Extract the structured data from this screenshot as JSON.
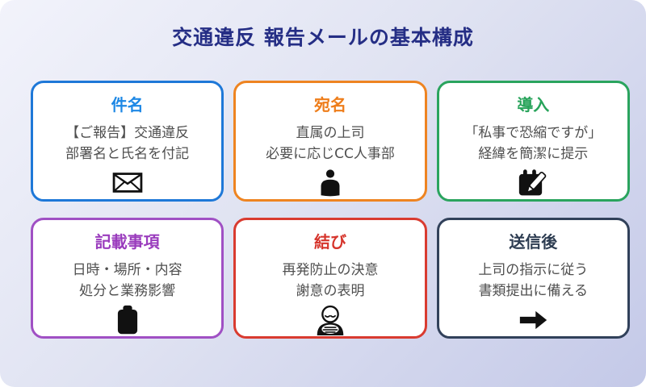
{
  "page": {
    "title": "交通違反 報告メールの基本構成",
    "title_color": "#252e85",
    "background_gradient": [
      "#f2f3fb",
      "#c4c9e8"
    ],
    "card_background": "#ffffff",
    "body_text_color": "#4f4f4f",
    "icon_color": "#111111"
  },
  "cards": [
    {
      "title": "件名",
      "title_color": "#1e88e5",
      "border_color": "#1e78d8",
      "lines": [
        "【ご報告】交通違反",
        "部署名と氏名を付記"
      ],
      "icon": "envelope-icon"
    },
    {
      "title": "宛名",
      "title_color": "#ee7d1a",
      "border_color": "#ee8421",
      "lines": [
        "直属の上司",
        "必要に応じCC人事部"
      ],
      "icon": "person-icon"
    },
    {
      "title": "導入",
      "title_color": "#27a35a",
      "border_color": "#2aa45e",
      "lines": [
        "「私事で恐縮ですが」",
        "経緯を簡潔に提示"
      ],
      "icon": "memo-pen-icon"
    },
    {
      "title": "記載事項",
      "title_color": "#9a3cbd",
      "border_color": "#a050c4",
      "lines": [
        "日時・場所・内容",
        "処分と業務影響"
      ],
      "icon": "clipboard-icon"
    },
    {
      "title": "結び",
      "title_color": "#d6352c",
      "border_color": "#d93b30",
      "lines": [
        "再発防止の決意",
        "謝意の表明"
      ],
      "icon": "bowing-person-icon"
    },
    {
      "title": "送信後",
      "title_color": "#2e3d52",
      "border_color": "#31415a",
      "lines": [
        "上司の指示に従う",
        "書類提出に備える"
      ],
      "icon": "arrow-right-icon"
    }
  ]
}
